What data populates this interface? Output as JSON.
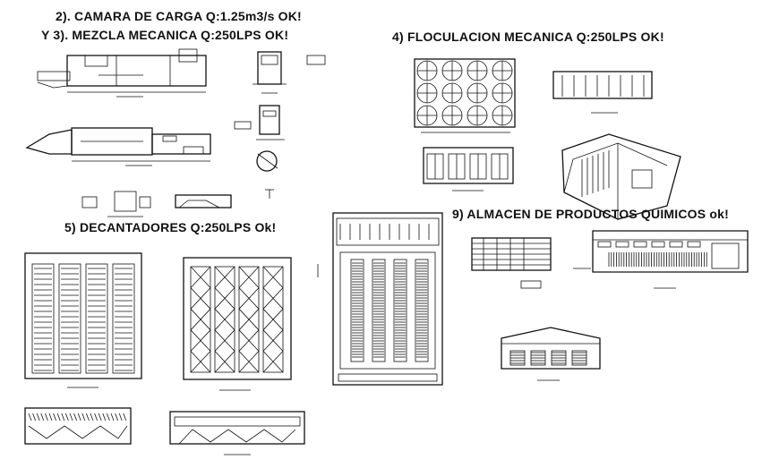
{
  "titles": {
    "camara": "2). CAMARA DE CARGA Q:1.25m3/s OK!",
    "mezcla": "Y 3). MEZCLA MECANICA Q:250LPS OK!",
    "floculacion": "4) FLOCULACION MECANICA Q:250LPS OK!",
    "decantadores": "5) DECANTADORES Q:250LPS Ok!",
    "almacen": "9) ALMACEN DE PRODUCTOS QUIMICOS ok!"
  }
}
